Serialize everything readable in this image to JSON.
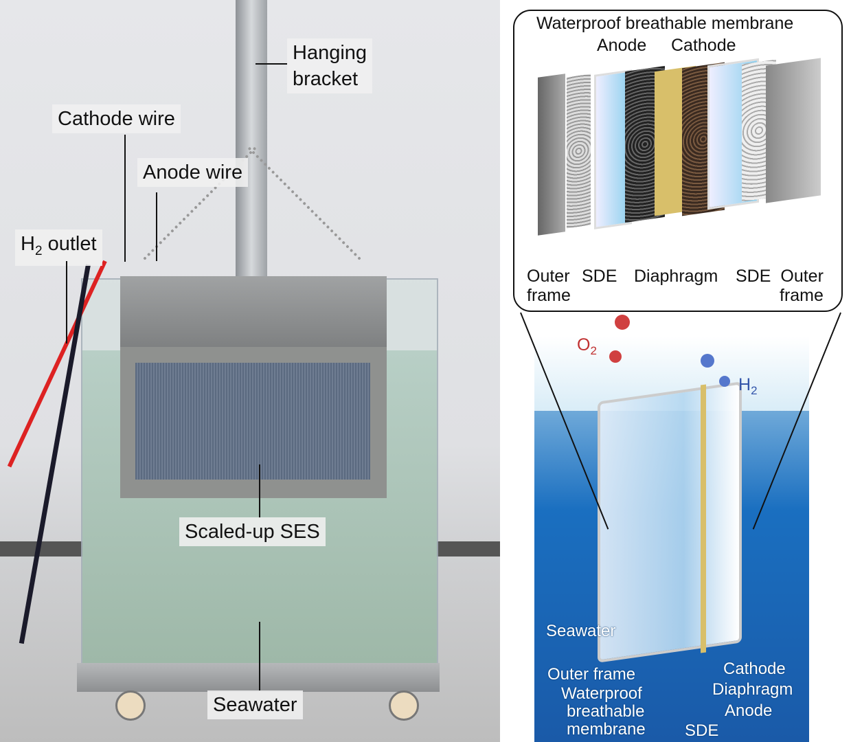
{
  "photo_labels": {
    "hanging_bracket": [
      "Hanging",
      "bracket"
    ],
    "cathode_wire": "Cathode wire",
    "anode_wire": "Anode wire",
    "h2_outlet": {
      "main": "H",
      "sub": "2",
      "rest": " outlet"
    },
    "scaled_up_ses": "Scaled-up SES",
    "seawater": "Seawater"
  },
  "exploded_view": {
    "top_labels": {
      "membrane": "Waterproof breathable membrane",
      "anode": "Anode",
      "cathode": "Cathode"
    },
    "bottom_labels": {
      "outer_frame_left": [
        "Outer",
        "frame"
      ],
      "sde_left": "SDE",
      "diaphragm": "Diaphragm",
      "sde_right": "SDE",
      "outer_frame_right": [
        "Outer",
        "frame"
      ]
    }
  },
  "cell_view": {
    "o2": {
      "main": "O",
      "sub": "2"
    },
    "h2": {
      "main": "H",
      "sub": "2"
    },
    "seawater": "Seawater",
    "left_labels": [
      "Outer frame",
      "Waterproof",
      "breathable",
      "membrane"
    ],
    "right_labels": [
      "Cathode",
      "Diaphragm",
      "Anode"
    ],
    "sde": "SDE"
  },
  "colors": {
    "water": "#1a6fc0",
    "sky": "#eaf4fb",
    "diaphragm": "#d8bf6a",
    "sde": "#8fd0ee",
    "o2": "#d04040",
    "h2": "#5577cc"
  }
}
